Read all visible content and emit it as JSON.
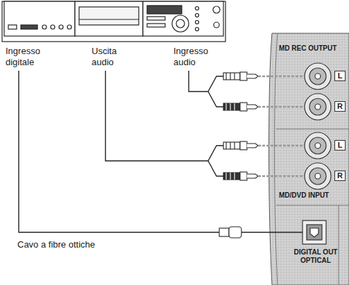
{
  "diagram": {
    "labels": [
      "Ingresso digitale",
      "Uscita audio",
      "Ingresso audio",
      "MD REC OUTPUT",
      "L",
      "R",
      "L",
      "R",
      "MD/DVD INPUT",
      "DIGITAL OUT OPTICAL",
      "Cavo a fibre ottiche"
    ]
  }
}
